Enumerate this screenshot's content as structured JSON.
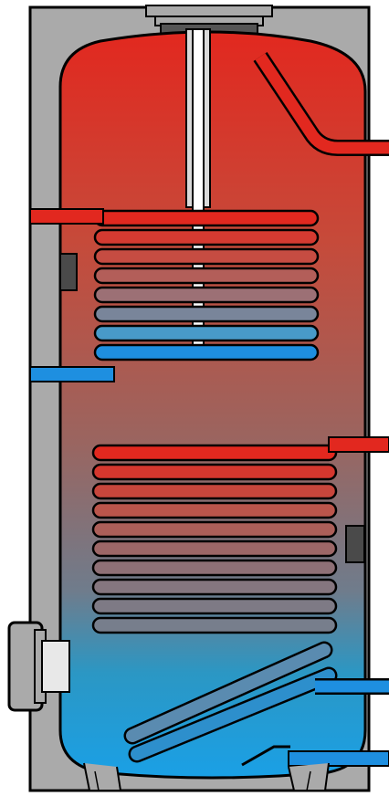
{
  "diagram": {
    "colors": {
      "hot": "#e2281f",
      "warm": "#b25a48",
      "mid": "#8a6e73",
      "cool": "#1fa0d5",
      "cold": "#1e8fe0",
      "casing": "#aaaaaa",
      "outline": "#000000",
      "white": "#ffffff",
      "sensor": "#4a4a4a",
      "flange": "#e8e8e8",
      "anode": "#d9d9d9"
    },
    "components": [
      "outer-casing",
      "tank-vessel",
      "anode-rod",
      "hot-water-outlet-pipe",
      "upper-heat-exchanger-coil",
      "lower-heat-exchanger-coil",
      "cold-water-inlet-pipe",
      "service-flange",
      "temperature-sensor-upper",
      "temperature-sensor-lower",
      "support-feet"
    ],
    "upper_coil": {
      "turns": 8
    },
    "lower_coil": {
      "turns": 10
    }
  }
}
